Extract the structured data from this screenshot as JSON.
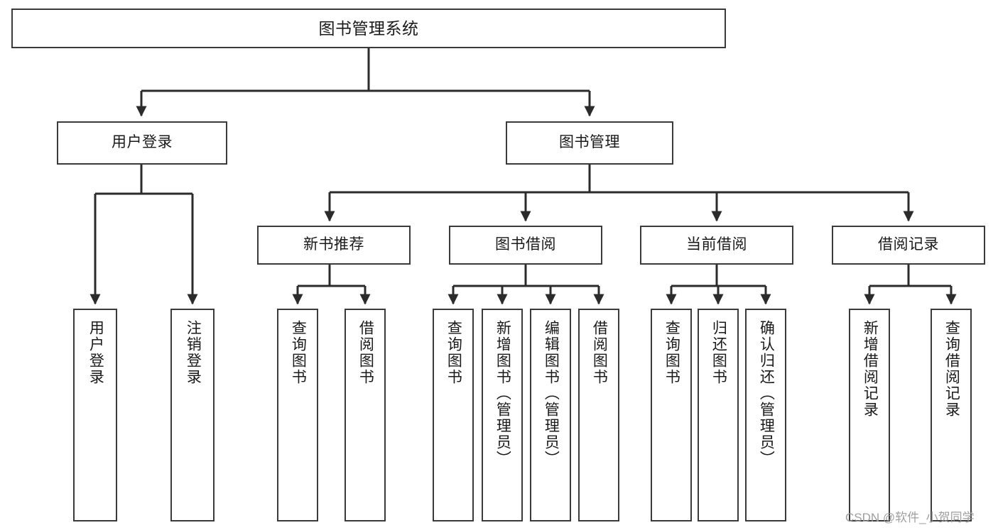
{
  "diagram": {
    "title": "图书管理系统",
    "type": "tree-hierarchy-diagram",
    "background_color": "#ffffff",
    "box_border_color": "#3a3a3a",
    "text_color": "#1a1a1a",
    "nodes": {
      "root": {
        "label": "图书管理系统"
      },
      "level1": [
        {
          "id": "user-login",
          "label": "用户登录"
        },
        {
          "id": "book-management",
          "label": "图书管理"
        }
      ],
      "level2": [
        {
          "id": "new-book-recommend",
          "label": "新书推荐"
        },
        {
          "id": "book-borrow",
          "label": "图书借阅"
        },
        {
          "id": "current-borrow",
          "label": "当前借阅"
        },
        {
          "id": "borrow-record",
          "label": "借阅记录"
        }
      ],
      "leaves": {
        "user_login": [
          {
            "id": "leaf-user-login",
            "label": "用户登录"
          },
          {
            "id": "leaf-user-logout",
            "label": "注销登录"
          }
        ],
        "new_book_recommend": [
          {
            "id": "leaf-query-book-1",
            "label": "查询图书"
          },
          {
            "id": "leaf-borrow-book-1",
            "label": "借阅图书"
          }
        ],
        "book_borrow": [
          {
            "id": "leaf-query-book-2",
            "label": "查询图书"
          },
          {
            "id": "leaf-add-book",
            "label": "新增图书（管理员）"
          },
          {
            "id": "leaf-edit-book",
            "label": "编辑图书（管理员）"
          },
          {
            "id": "leaf-borrow-book-2",
            "label": "借阅图书"
          }
        ],
        "current_borrow": [
          {
            "id": "leaf-query-book-3",
            "label": "查询图书"
          },
          {
            "id": "leaf-return-book",
            "label": "归还图书"
          },
          {
            "id": "leaf-confirm-return",
            "label": "确认归还（管理员）"
          }
        ],
        "borrow_record": [
          {
            "id": "leaf-add-record",
            "label": "新增借阅记录"
          },
          {
            "id": "leaf-query-record",
            "label": "查询借阅记录"
          }
        ]
      }
    }
  },
  "watermark": {
    "text": "CSDN @软件_小贺同学"
  }
}
